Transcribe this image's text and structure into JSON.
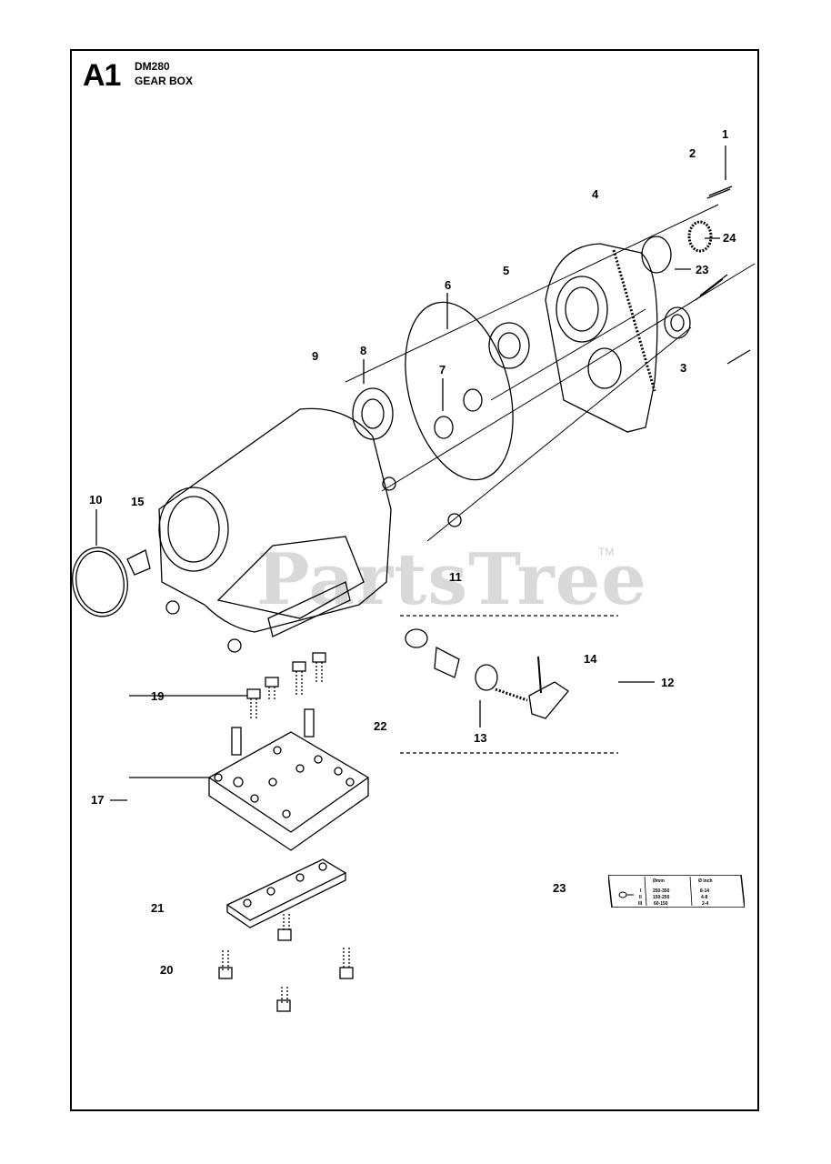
{
  "header": {
    "code": "A1",
    "model": "DM280",
    "title": "GEAR BOX"
  },
  "watermark": {
    "text": "PartsTree",
    "tm": "TM"
  },
  "callouts": {
    "c1": "1",
    "c2": "2",
    "c3": "3",
    "c4": "4",
    "c5": "5",
    "c6": "6",
    "c7": "7",
    "c8": "8",
    "c9": "9",
    "c10": "10",
    "c11": "11",
    "c12": "12",
    "c13": "13",
    "c14": "14",
    "c15": "15",
    "c17": "17",
    "c19": "19",
    "c20": "20",
    "c21": "21",
    "c22": "22",
    "c23a": "23",
    "c23b": "23",
    "c24": "24"
  },
  "decal": {
    "col_mm": "Ømm",
    "col_inch": "Ø inch",
    "rows": [
      {
        "gear": "I",
        "mm": "250-350",
        "inch": "8-14"
      },
      {
        "gear": "II",
        "mm": "150-250",
        "inch": "4-8"
      },
      {
        "gear": "III",
        "mm": "60-150",
        "inch": "2-4"
      }
    ]
  },
  "colors": {
    "line": "#000000",
    "watermark": "#d9d9d9",
    "background": "#ffffff"
  }
}
